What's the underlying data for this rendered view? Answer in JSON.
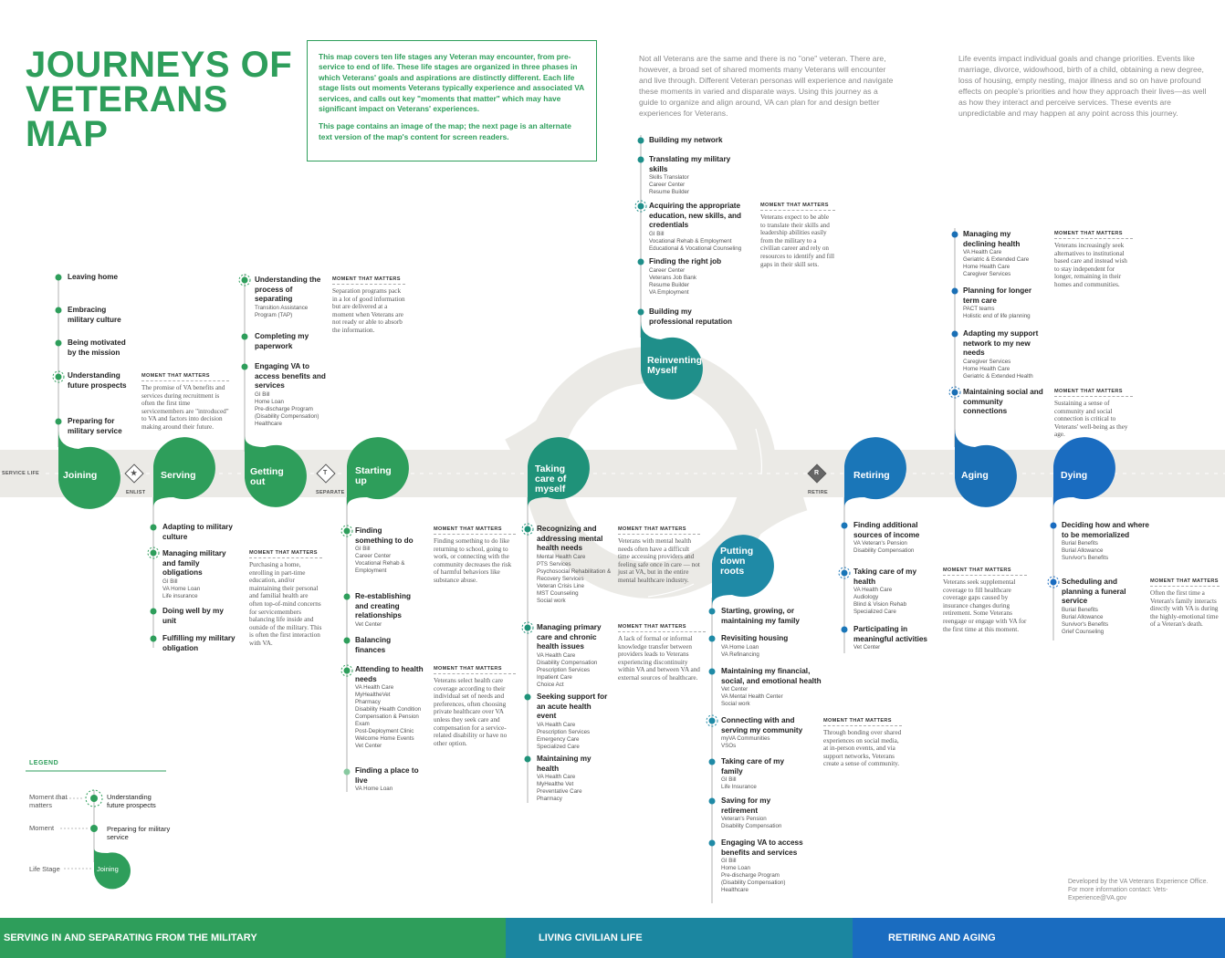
{
  "title": "JOURNEYS OF VETERANS MAP",
  "intro": {
    "p1": "This map covers ten life stages any Veteran may encounter, from pre-service to end of life. These life stages are organized in three phases in which Veterans' goals and aspirations are distinctly different. Each life stage lists out moments Veterans typically experience and associated VA services, and calls out key \"moments that matter\" which may have significant impact on Veterans' experiences.",
    "p2": "This page contains an image of the map; the next page is an alternate text version of the map's content for screen readers."
  },
  "top_note_1": "Not all Veterans are the same and there is no \"one\" veteran. There are, however, a broad set of shared moments many Veterans will encounter and live through. Different Veteran personas will experience and navigate these moments in varied and disparate ways. Using this journey as a guide to organize and align around, VA can plan for and design better experiences for Veterans.",
  "top_note_2": "Life events impact individual goals and change priorities. Events like marriage, divorce, widowhood, birth of a child, obtaining a new degree, loss of housing, empty nesting, major illness and so on have profound effects on people's priorities and how they approach their lives—as well as how they interact and perceive services. These events are unpredictable and may happen at any point across this journey.",
  "road": {
    "service_life": "SERVICE LIFE",
    "enlist": "ENLIST",
    "separate": "SEPARATE",
    "retire": "RETIRE",
    "t": "T",
    "r": "R"
  },
  "colors": {
    "green": "#2e9e5b",
    "teal": "#1f8f8a",
    "blue": "#1a6fb5",
    "road": "#ebeae6"
  },
  "moment_that_matters": "MOMENT THAT MATTERS",
  "stages": {
    "joining": {
      "label": "Joining",
      "moments": [
        "Leaving home",
        "Embracing military culture",
        "Being motivated by the mission",
        "Understanding future prospects",
        "Preparing for military service"
      ],
      "mtm": "The promise of VA benefits and services during recruitment is often the first time servicemembers are \"introduced\" to VA and factors into decision making around their future."
    },
    "serving": {
      "label": "Serving",
      "moments": [
        {
          "title": "Adapting to military culture",
          "subs": []
        },
        {
          "title": "Managing military and family obligations",
          "subs": [
            "GI Bill",
            "VA Home Loan",
            "Life insurance"
          ]
        },
        {
          "title": "Doing well by my unit",
          "subs": []
        },
        {
          "title": "Fulfilling my military obligation",
          "subs": []
        }
      ],
      "mtm": "Purchasing a home, enrolling in part-time education, and/or maintaining their personal and familial health are often top-of-mind concerns for servicemembers balancing life inside and outside of the military. This is often the first interaction with VA."
    },
    "getting_out": {
      "label": "Getting out",
      "moments": [
        {
          "title": "Understanding the process of separating",
          "subs": [
            "Transition Assistance Program (TAP)"
          ]
        },
        {
          "title": "Completing my paperwork",
          "subs": []
        },
        {
          "title": "Engaging VA to access benefits and services",
          "subs": [
            "GI Bill",
            "Home Loan",
            "Pre-discharge Program (Disability Compensation)",
            "Healthcare"
          ]
        }
      ],
      "mtm": "Separation programs pack in a lot of good information but are delivered at a moment when Veterans are not ready or able to absorb the information."
    },
    "starting_up": {
      "label": "Starting up",
      "moments": [
        {
          "title": "Finding something to do",
          "subs": [
            "GI Bill",
            "Career Center",
            "Vocational Rehab & Employment"
          ]
        },
        {
          "title": "Re-establishing and creating relationships",
          "subs": [
            "Vet Center"
          ]
        },
        {
          "title": "Balancing finances",
          "subs": []
        },
        {
          "title": "Attending to health needs",
          "subs": [
            "VA Health Care",
            "MyHealtheVet",
            "Pharmacy",
            "Disability Health Condition",
            "Compensation & Pension Exam",
            "Post-Deployment Clinic",
            "Welcome Home Events",
            "Vet Center"
          ]
        },
        {
          "title": "Finding a place to live",
          "subs": [
            "VA Home Loan"
          ]
        }
      ],
      "mtm1": "Finding something to do like returning to school, going to work, or connecting with the community decreases the risk of harmful behaviors like substance abuse.",
      "mtm2": "Veterans select health care coverage according to their individual set of needs and preferences, often choosing private healthcare over VA unless they seek care and compensation for a service-related disability or have no other option."
    },
    "taking_care": {
      "label": "Taking care of myself",
      "moments": [
        {
          "title": "Recognizing and addressing mental health needs",
          "subs": [
            "Mental Health Care",
            "PTS Services",
            "Psychosocial Rehabilitation & Recovery Services",
            "Veteran Crisis Line",
            "MST Counseling",
            "Social work"
          ]
        },
        {
          "title": "Managing primary care and chronic health issues",
          "subs": [
            "VA Health Care",
            "Disability Compensation",
            "Prescription Services",
            "Inpatient Care",
            "Choice Act"
          ]
        },
        {
          "title": "Seeking support for an acute health event",
          "subs": [
            "VA Health Care",
            "Prescription Services",
            "Emergency Care",
            "Specialized Care"
          ]
        },
        {
          "title": "Maintaining my health",
          "subs": [
            "VA Health Care",
            "MyHealthe Vet",
            "Preventative Care",
            "Pharmacy"
          ]
        }
      ],
      "mtm1": "Veterans with mental health needs often have a difficult time accessing providers and feeling safe once in care — not just at VA, but in the entire mental healthcare industry.",
      "mtm2": "A lack of formal or informal knowledge transfer between providers leads to Veterans experiencing discontinuity within VA and between VA and external sources of healthcare."
    },
    "reinventing": {
      "label": "Reinventing Myself",
      "moments": [
        {
          "title": "Building my network",
          "subs": []
        },
        {
          "title": "Translating my military skills",
          "subs": [
            "Skills Translator",
            "Career Center",
            "Resume Builder"
          ]
        },
        {
          "title": "Acquiring the appropriate education, new skills, and credentials",
          "subs": [
            "GI Bill",
            "Vocational Rehab & Employment",
            "Educational & Vocational Counseling"
          ]
        },
        {
          "title": "Finding the right job",
          "subs": [
            "Career Center",
            "Veterans Job Bank",
            "Resume Builder",
            "VA Employment"
          ]
        },
        {
          "title": "Building my professional reputation",
          "subs": []
        }
      ],
      "mtm": "Veterans expect to be able to translate their skills and leadership abilities easily from the military to a civilian career and rely on resources to identify and fill gaps in their skill sets."
    },
    "putting_down": {
      "label": "Putting down roots",
      "moments": [
        {
          "title": "Starting, growing, or maintaining my family",
          "subs": []
        },
        {
          "title": "Revisiting housing",
          "subs": [
            "VA Home Loan",
            "VA Refinancing"
          ]
        },
        {
          "title": "Maintaining my financial, social, and emotional health",
          "subs": [
            "Vet Center",
            "VA Mental Health Center",
            "Social work"
          ]
        },
        {
          "title": "Connecting with and serving my community",
          "subs": [
            "myVA Communities",
            "VSOs"
          ]
        },
        {
          "title": "Taking care of my family",
          "subs": [
            "GI Bill",
            "Life Insurance"
          ]
        },
        {
          "title": "Saving for my retirement",
          "subs": [
            "Veteran's Pension",
            "Disability Compensation"
          ]
        },
        {
          "title": "Engaging VA to access benefits and services",
          "subs": [
            "GI Bill",
            "Home Loan",
            "Pre-discharge Program (Disability Compensation)",
            "Healthcare"
          ]
        }
      ],
      "mtm": "Through bonding over shared experiences on social media, at in-person events, and via support networks, Veterans create a sense of community."
    },
    "retiring": {
      "label": "Retiring",
      "moments": [
        {
          "title": "Finding additional sources of income",
          "subs": [
            "VA Veteran's Pension",
            "Disability Compensation"
          ]
        },
        {
          "title": "Taking care of my health",
          "subs": [
            "VA Health Care",
            "Audiology",
            "Blind & Vision Rehab",
            "Specialized Care"
          ]
        },
        {
          "title": "Participating in meaningful activities",
          "subs": [
            "Vet Center"
          ]
        }
      ],
      "mtm": "Veterans seek supplemental coverage to fill healthcare coverage gaps caused by insurance changes during retirement. Some Veterans reengage or engage with VA for the first time at this moment."
    },
    "aging": {
      "label": "Aging",
      "moments": [
        {
          "title": "Managing my declining health",
          "subs": [
            "VA Health Care",
            "Geriatric & Extended Care",
            "Home Health Care",
            "Caregiver Services"
          ]
        },
        {
          "title": "Planning for longer term care",
          "subs": [
            "PACT teams",
            "Holistic end of life planning"
          ]
        },
        {
          "title": "Adapting my support network to my new needs",
          "subs": [
            "Caregiver Services",
            "Home Health Care",
            "Geriatric & Extended Health"
          ]
        },
        {
          "title": "Maintaining social and community connections",
          "subs": []
        }
      ],
      "mtm1": "Veterans increasingly seek alternatives to institutional based care and instead wish to stay independent for longer, remaining in their homes and communities.",
      "mtm2": "Sustaining a sense of community and social connection is critical to Veterans' well-being as they age."
    },
    "dying": {
      "label": "Dying",
      "moments": [
        {
          "title": "Deciding how and where to be memorialized",
          "subs": [
            "Burial Benefits",
            "Burial Allowance",
            "Survivor's Benefits"
          ]
        },
        {
          "title": "Scheduling and planning a funeral service",
          "subs": [
            "Burial Benefits",
            "Burial Allowance",
            "Survivor's Benefits",
            "Grief Counseling"
          ]
        }
      ],
      "mtm": "Often the first time a Veteran's family interacts directly with VA is during the highly-emotional time of a Veteran's death."
    }
  },
  "legend": {
    "heading": "LEGEND",
    "mtm_label": "Moment that matters",
    "mtm_example": "Understanding future prospects",
    "moment_label": "Moment",
    "moment_example": "Preparing for military service",
    "stage_label": "Life Stage",
    "stage_example": "Joining"
  },
  "footer": {
    "line1": "Developed by the VA Veterans Experience Office.",
    "line2": "For more information contact: Vets-Experience@VA.gov"
  },
  "phases": [
    "SERVING IN AND SEPARATING FROM THE MILITARY",
    "LIVING CIVILIAN LIFE",
    "RETIRING AND AGING"
  ]
}
